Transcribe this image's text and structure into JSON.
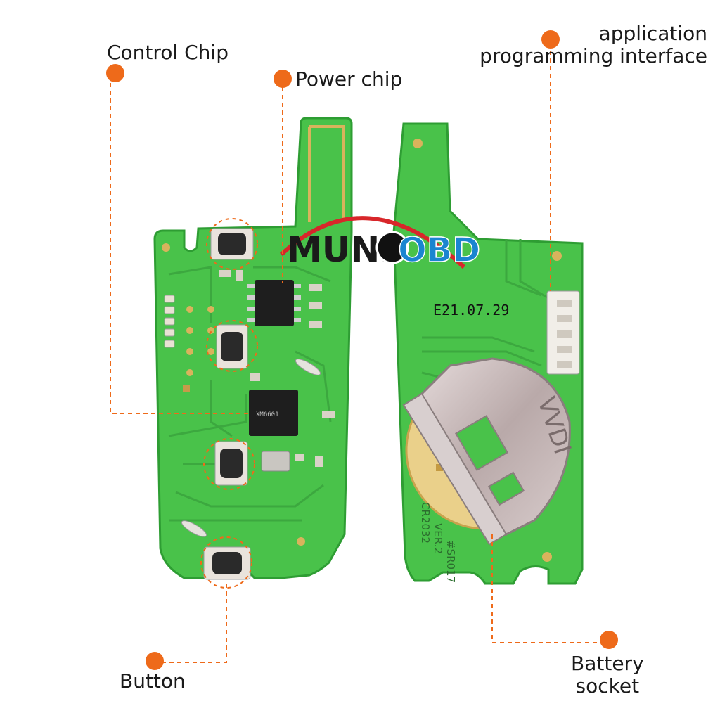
{
  "labels": {
    "control_chip": "Control Chip",
    "power_chip": "Power chip",
    "api_line1": "application",
    "api_line2": "programming interface",
    "button": "Button",
    "battery_line1": "Battery",
    "battery_line2": "socket"
  },
  "logo": {
    "part1": "MUND",
    "part2": "OBD"
  },
  "board_text": {
    "date_code": "E21.07.29",
    "holder_text": "VVDI",
    "battery_model": "CR2032",
    "version": "VER.2",
    "model": "#SR017",
    "chip_text": "XM6601"
  },
  "colors": {
    "accent": "#ee6a1a",
    "pcb_green": "#49c24a",
    "pcb_edge": "#2e9d33",
    "gold": "#e0b46a",
    "logo_blue": "#1a85d0",
    "logo_red": "#d8262a"
  }
}
